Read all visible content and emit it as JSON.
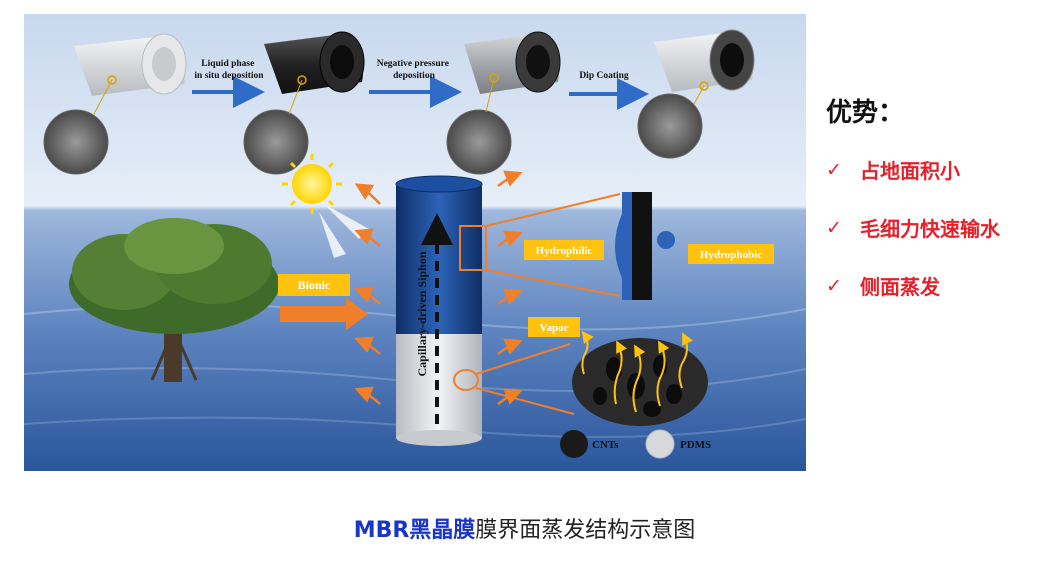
{
  "figure": {
    "steps": [
      "Liquid phase in situ deposition",
      "Negative pressure deposition",
      "Dip Coating"
    ],
    "step1_lines": [
      "Liquid phase",
      "in situ deposition"
    ],
    "step2_lines": [
      "Negative pressure",
      "deposition"
    ],
    "step3_lines": [
      "Dip Coating"
    ],
    "bionic": "Bionic",
    "siphon": "Capillary-driven Siphon",
    "hydrophilic": "Hydrophilic",
    "hydrophobic": "Hydrophobic",
    "vapor": "Vapor",
    "legend_cnts": "CNTs",
    "legend_pdms": "PDMS",
    "colors": {
      "label_bg": "#ffc20e",
      "arrow": "#f07f2a",
      "step_arrow": "#2f6cc8",
      "tube_blue": "#1d4fa0"
    }
  },
  "advantages": {
    "title": "优势：",
    "items": [
      "占地面积小",
      "毛细力快速输水",
      "侧面蒸发"
    ],
    "check_icon": "✓"
  },
  "caption": {
    "highlight": "MBR黑晶膜",
    "rest": "膜界面蒸发结构示意图"
  }
}
